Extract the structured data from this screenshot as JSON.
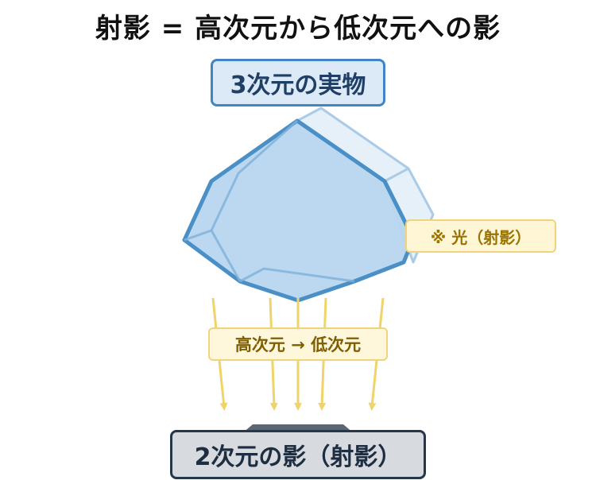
{
  "title": "射影 = 高次元から低次元への影",
  "object_label": "3次元の実物",
  "light_label": "※ 光（射影）",
  "dimension_label": "高次元 → 低次元",
  "shadow_label": "2次元の影（射影）",
  "colors": {
    "object_fill": "#b7d6ef",
    "object_stroke": "#4a8fc6",
    "object_back": "#e6f0f8",
    "light_ray": "#f0d46a",
    "shadow": "#5b6673",
    "shadow_label_border": "#26374a"
  }
}
